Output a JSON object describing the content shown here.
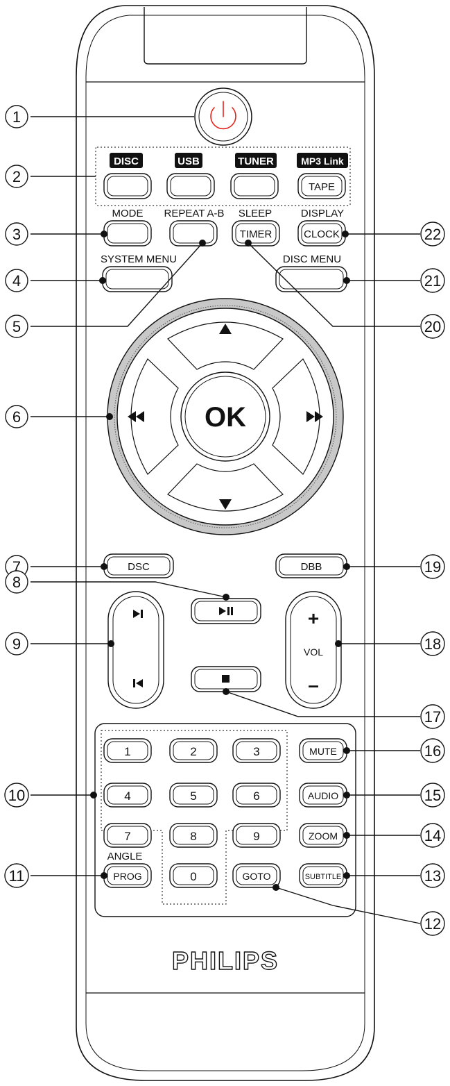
{
  "brand": "PHILIPS",
  "source_buttons": {
    "disc": "DISC",
    "usb": "USB",
    "tuner": "TUNER",
    "mp3link": "MP3 Link",
    "tape": "TAPE"
  },
  "labels": {
    "mode": "MODE",
    "repeat_ab": "REPEAT A-B",
    "sleep": "SLEEP",
    "timer": "TIMER",
    "display": "DISPLAY",
    "clock": "CLOCK",
    "system_menu": "SYSTEM MENU",
    "disc_menu": "DISC MENU",
    "ok": "OK",
    "dsc": "DSC",
    "dbb": "DBB",
    "vol": "VOL",
    "vol_plus": "+",
    "vol_minus": "–",
    "mute": "MUTE",
    "audio": "AUDIO",
    "zoom": "ZOOM",
    "subtitle": "SUBTITLE",
    "angle": "ANGLE",
    "prog": "PROG",
    "goto": "GOTO"
  },
  "digits": [
    "1",
    "2",
    "3",
    "4",
    "5",
    "6",
    "7",
    "8",
    "9",
    "0"
  ],
  "callouts": [
    "1",
    "2",
    "3",
    "4",
    "5",
    "6",
    "7",
    "8",
    "9",
    "10",
    "11",
    "12",
    "13",
    "14",
    "15",
    "16",
    "17",
    "18",
    "19",
    "20",
    "21",
    "22"
  ],
  "icons": {
    "power": "power-icon",
    "up": "arrow-up-icon",
    "down": "arrow-down-icon",
    "left": "rewind-icon",
    "right": "fast-forward-icon",
    "next": "next-track-icon",
    "prev": "previous-track-icon",
    "play_pause": "play-pause-icon",
    "stop": "stop-icon"
  },
  "colors": {
    "power": "#e2231a",
    "ring": "#c8c8c8",
    "source_label_bg": "#111111"
  }
}
